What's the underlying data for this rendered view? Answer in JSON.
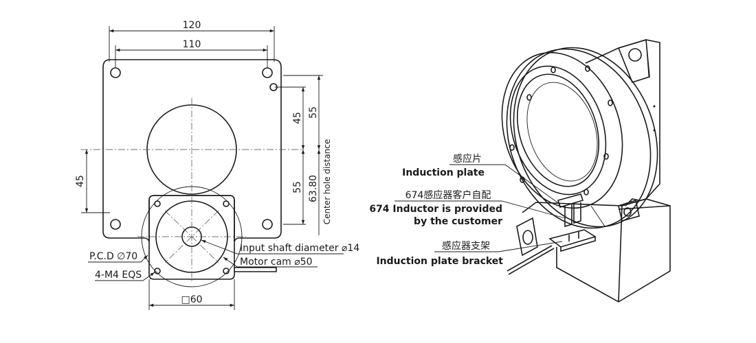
{
  "drawing": {
    "dim_120": "120",
    "dim_110": "110",
    "dim_45_top": "45",
    "dim_55_top": "55",
    "dim_45_left": "45",
    "dim_55_bottom": "55",
    "dim_63_80": "63.80",
    "center_hole_distance": "Center hole distance",
    "pcd": "P.C.D ∅70",
    "eqs": "4-M4 EQS",
    "input_shaft": "Input shaft diameter ⌀14",
    "motor_cam": "Motor cam ⌀50",
    "square_60": "□60"
  },
  "callouts": {
    "plate_cn": "感应片",
    "plate_en": "Induction plate",
    "inductor_cn": "674感应器客户自配",
    "inductor_en_1": "674 Inductor is provided",
    "inductor_en_2": "by the customer",
    "bracket_cn": "感应器支架",
    "bracket_en": "Induction plate bracket"
  }
}
